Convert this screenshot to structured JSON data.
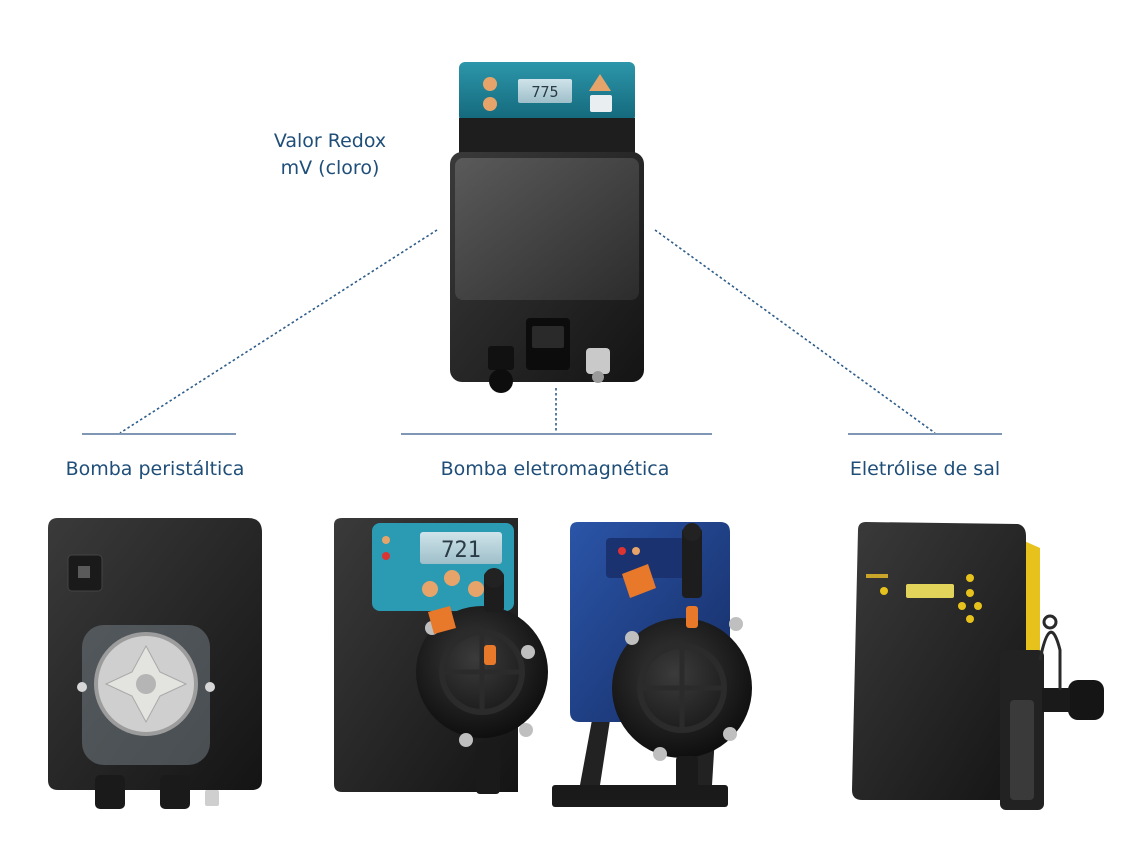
{
  "controller": {
    "label_line1": "Valor Redox",
    "label_line2": "mV (cloro)",
    "display_value": "775"
  },
  "devices": {
    "peristaltic": {
      "label": "Bomba peristáltica"
    },
    "electromagnetic": {
      "label": "Bomba eletromagnética",
      "display_value": "721"
    },
    "salt_electrolysis": {
      "label": "Eletrólise de sal"
    }
  },
  "colors": {
    "label_text": "#1f4e79",
    "connector": "#2e5d8a",
    "controller_panel": "#1c7e93",
    "pump_blue": "#1f3f86",
    "accent_orange": "#e8782a",
    "salt_yellow": "#e8c21c"
  }
}
